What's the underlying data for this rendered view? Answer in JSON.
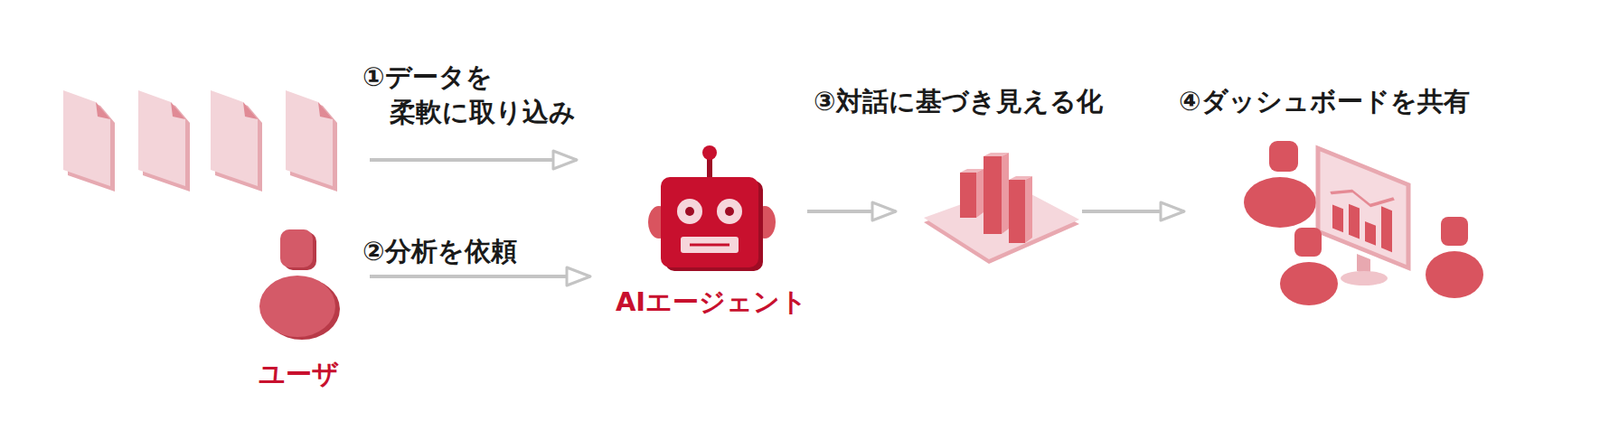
{
  "diagram": {
    "nodes": [
      {
        "text": [
          "ユーザ"
        ]
      },
      {
        "text": [
          "AIエージェント"
        ]
      },
      {
        "text": [
          "③対話に基づき見える化"
        ]
      },
      {
        "text": [
          "④ダッシュボードを共有"
        ]
      }
    ],
    "edges": [
      {
        "from": 0,
        "to": 1,
        "arrow": "to",
        "label": "②分析を依頼"
      },
      {
        "from": 1,
        "to": 2,
        "arrow": "to"
      },
      {
        "from": 2,
        "to": 3,
        "arrow": "to"
      }
    ],
    "labels": [
      "①データを 柔軟に取り込み"
    ]
  }
}
